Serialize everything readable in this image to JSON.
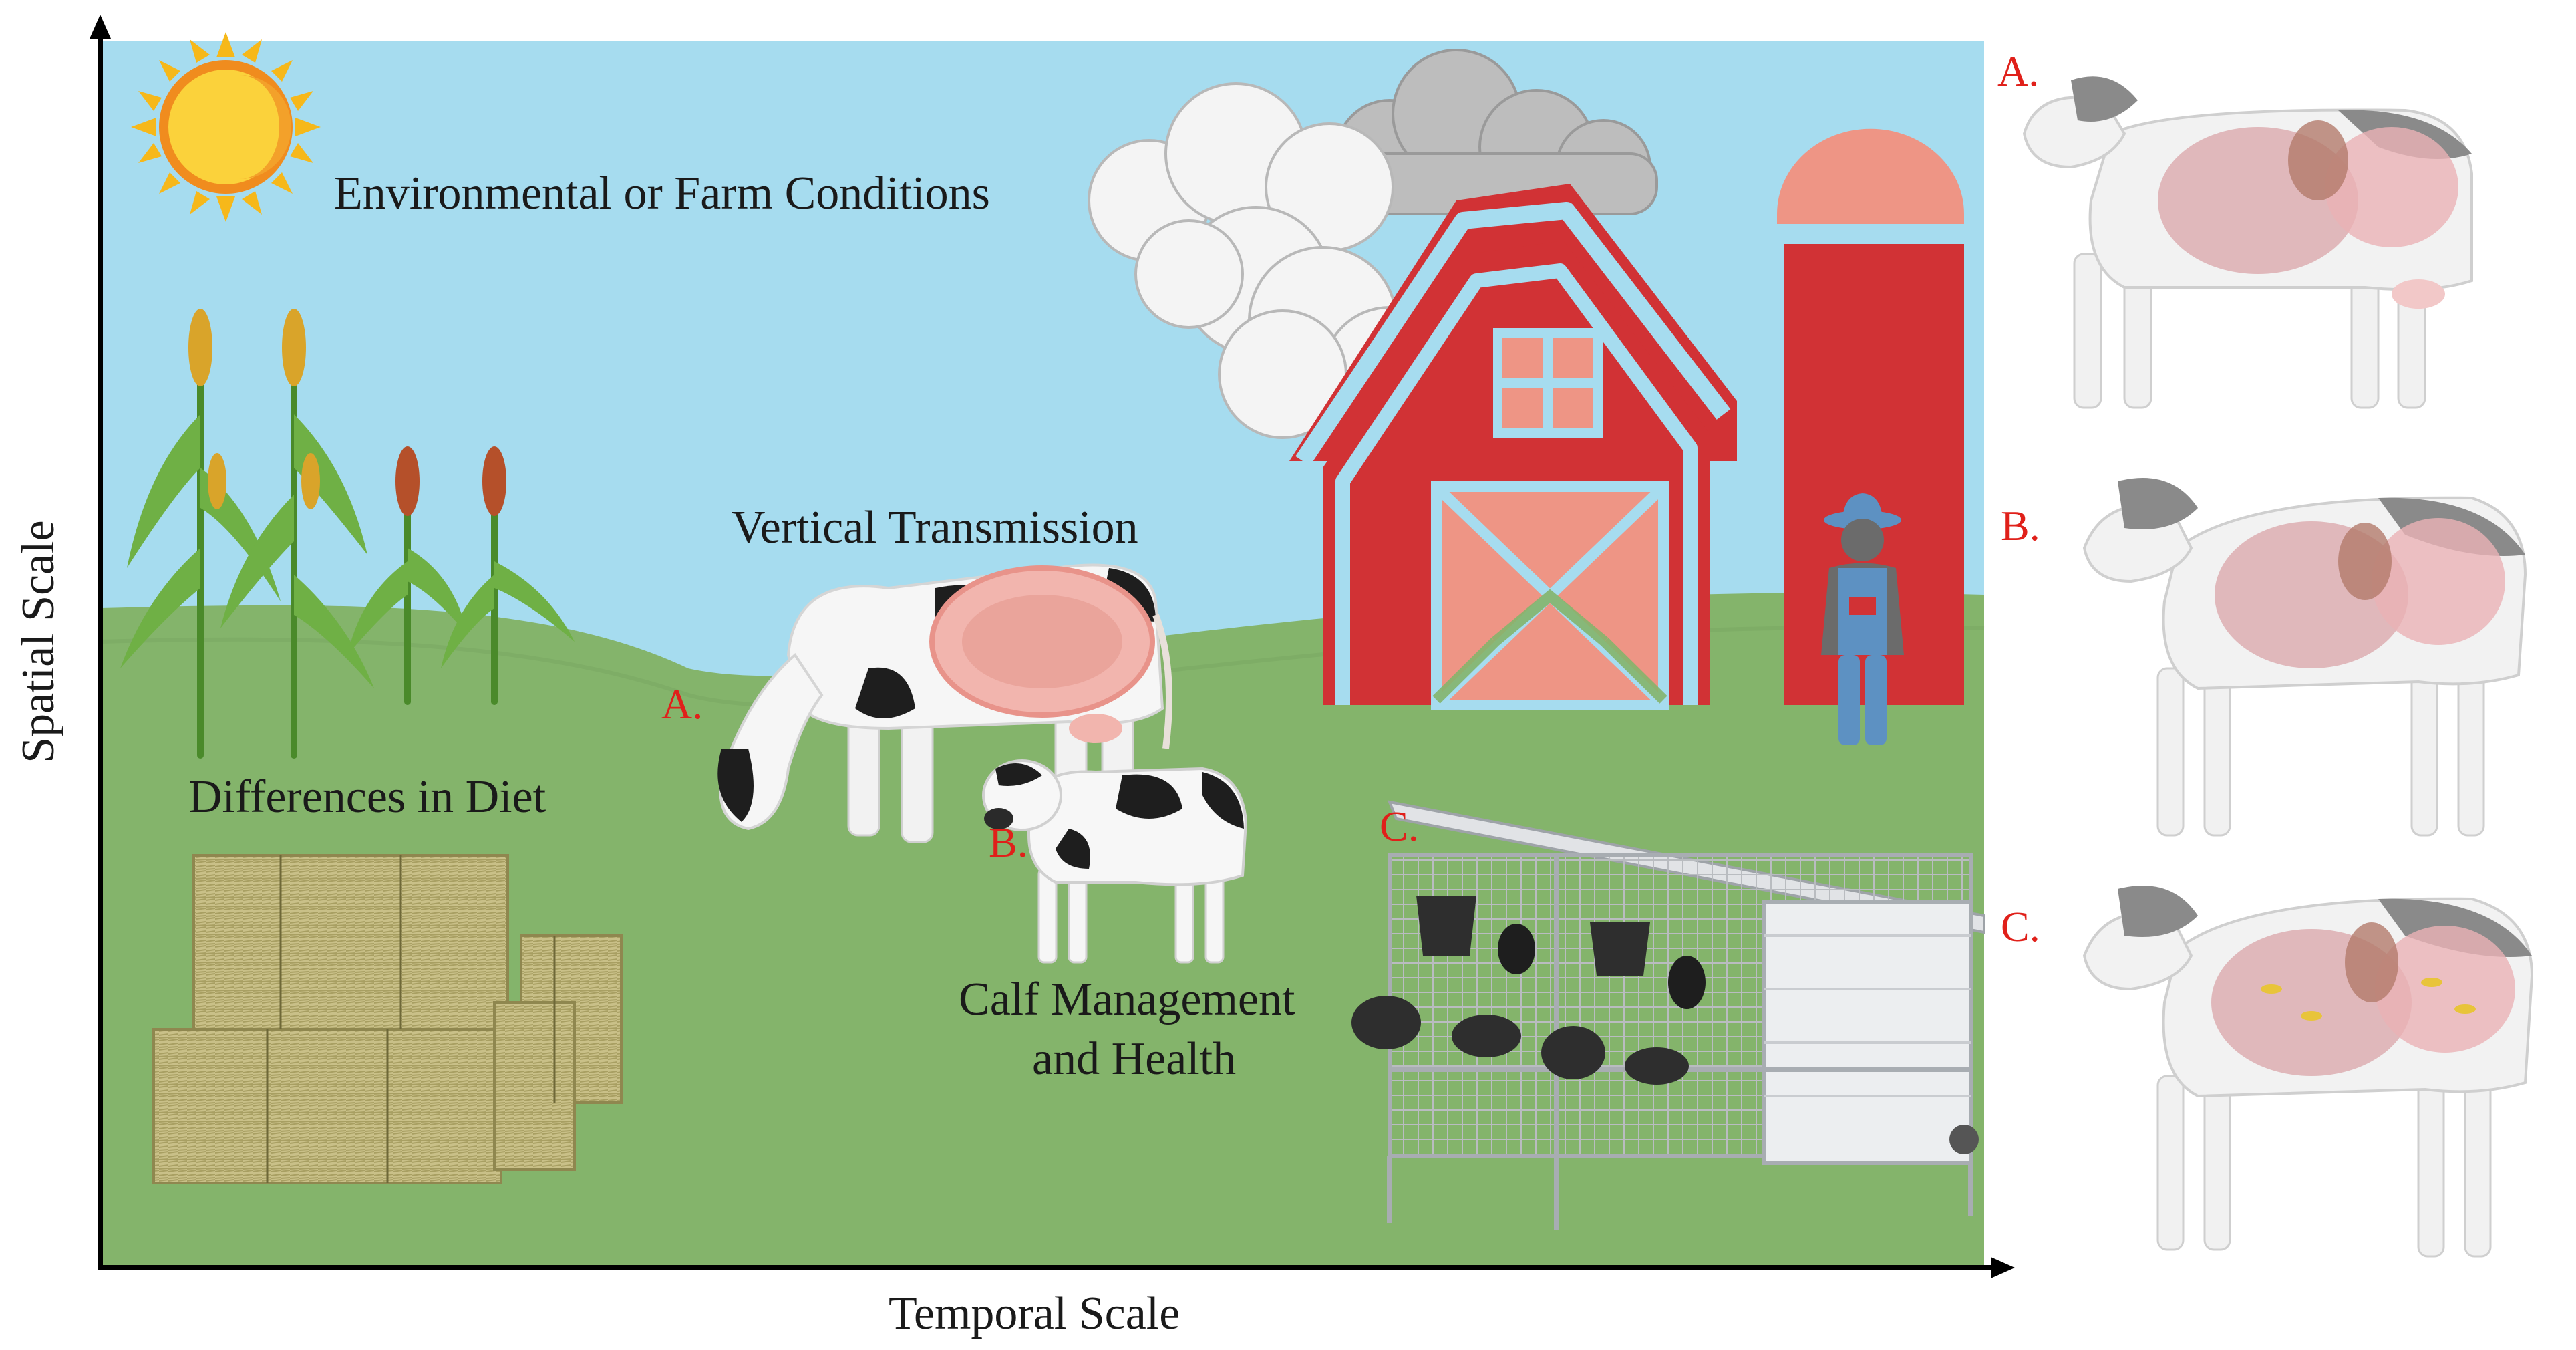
{
  "axes": {
    "x_label": "Temporal Scale",
    "y_label": "Spatial Scale"
  },
  "labels": {
    "environment": "Environmental or Farm Conditions",
    "diet": "Differences in Diet",
    "vertical": "Vertical Transmission",
    "calf_line1": "Calf Management",
    "calf_line2": "and Health"
  },
  "markers": {
    "scene_a": "A.",
    "scene_b": "B.",
    "scene_c": "C.",
    "side_a": "A.",
    "side_b": "B.",
    "side_c": "C."
  },
  "colors": {
    "sky": "#a6dcef",
    "grass": "#84b46b",
    "barn_red": "#d13235",
    "barn_trim": "#a6dcef",
    "barn_door": "#ee9585",
    "marker_red": "#e0201a",
    "hay": "#c7bf85"
  }
}
